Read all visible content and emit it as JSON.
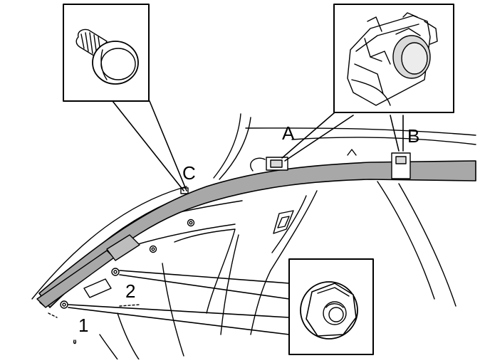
{
  "labels": {
    "a": "A",
    "b": "B",
    "c": "C",
    "one": "1",
    "two": "2"
  },
  "insets": {
    "clip_c": {
      "icon": "push-pin-clip-icon"
    },
    "clip_a": {
      "icon": "airbag-clip-icon"
    },
    "nut": {
      "icon": "flange-nut-icon"
    }
  },
  "colors": {
    "line": "#000000",
    "airbag_fill": "#a8a8a8",
    "part_fill": "#d9d9d9",
    "background": "#ffffff"
  }
}
